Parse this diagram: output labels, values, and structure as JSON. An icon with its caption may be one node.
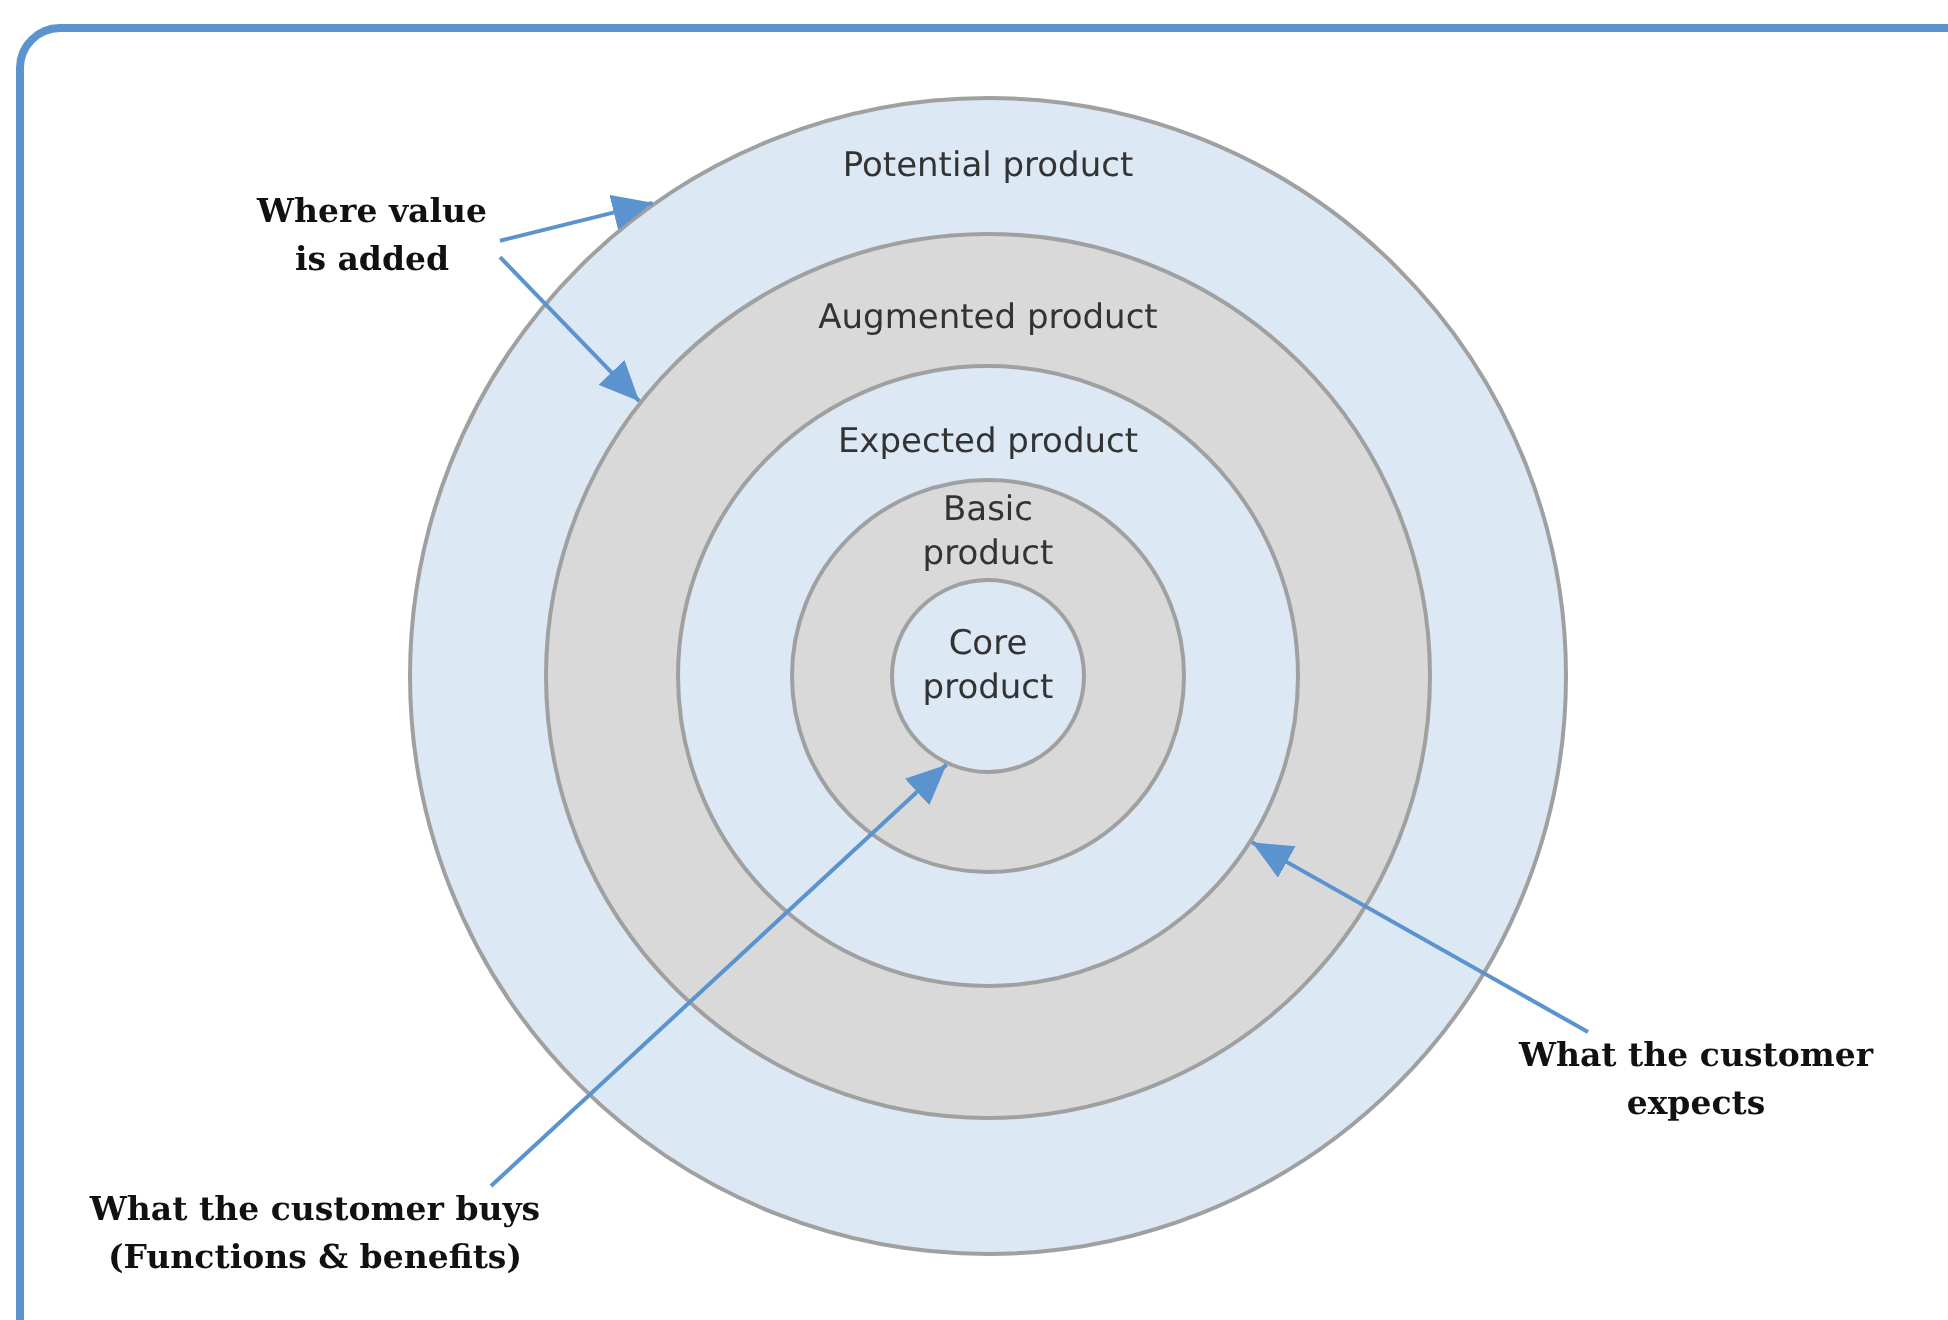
{
  "diagram": {
    "nodes": [
      {
        "text": [
          "Potential product"
        ]
      },
      {
        "text": [
          "Augmented product"
        ],
        "in": 0
      },
      {
        "text": [
          "Expected product"
        ],
        "in": 1
      },
      {
        "text": [
          "Basic product"
        ],
        "in": 2
      },
      {
        "text": [
          "Core product"
        ],
        "in": 3
      },
      {
        "text": [
          "Where value is added"
        ]
      },
      {
        "text": [
          "What the customer buys (Functions & benefits)"
        ]
      },
      {
        "text": [
          "What the customer expects"
        ]
      }
    ],
    "edges": [
      {
        "from": 5,
        "to": 0,
        "arrow": "to"
      },
      {
        "from": 5,
        "to": 1,
        "arrow": "to"
      },
      {
        "from": 6,
        "to": 4,
        "arrow": "to"
      },
      {
        "from": 7,
        "to": 2,
        "arrow": "to"
      }
    ]
  }
}
